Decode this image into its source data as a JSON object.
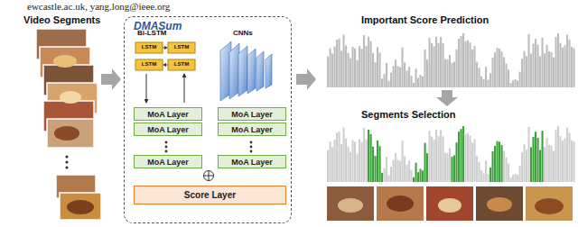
{
  "diagram": {
    "nodes": [
      {
        "text": [
          "DMASum"
        ]
      },
      {
        "text": [
          "MoA Layer"
        ],
        "in": 0
      },
      {
        "text": [
          "MoA Layer"
        ],
        "in": 0
      },
      {
        "text": [
          "MoA Layer"
        ],
        "in": 0
      },
      {
        "text": [
          "MoA Layer"
        ],
        "in": 0
      },
      {
        "text": [
          "MoA Layer"
        ],
        "in": 0
      },
      {
        "text": [
          "MoA Layer"
        ],
        "in": 0
      },
      {
        "text": [
          "Score Layer"
        ],
        "in": 0
      }
    ],
    "labels": [
      "ewcastle.ac.uk, yang.long@ieee.org",
      "Video Segments",
      "Bi-LSTM",
      "CNNs",
      "LSTM",
      "LSTM",
      "LSTM",
      "LSTM",
      "Important Score Prediction",
      "Segments Selection"
    ]
  }
}
